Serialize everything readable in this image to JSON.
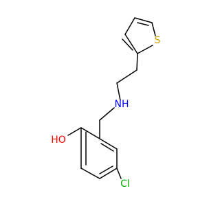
{
  "molecule": {
    "atoms": {
      "sulfur": {
        "label": "S",
        "color": "#c8a000"
      },
      "nitrogen": {
        "label": "NH",
        "color": "#0000ff"
      },
      "oxygen": {
        "label": "HO",
        "color": "#ff0000"
      },
      "chlorine": {
        "label": "Cl",
        "color": "#00b000"
      }
    }
  }
}
